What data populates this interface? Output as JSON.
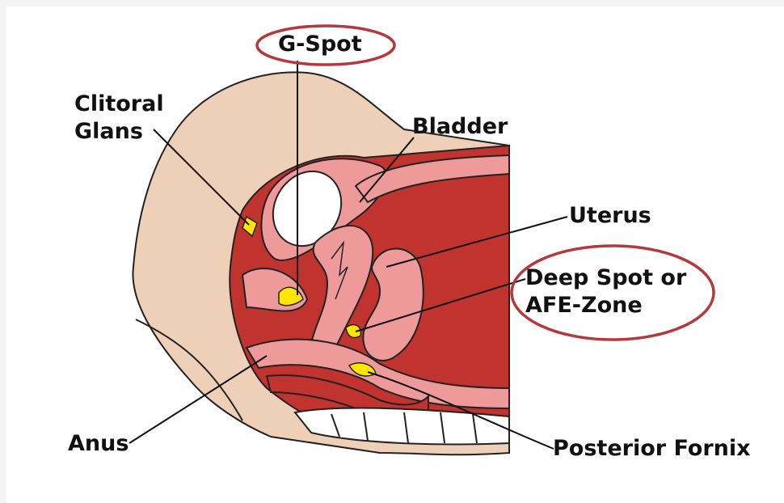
{
  "labels": {
    "g_spot": "G-Spot",
    "clitoral_glans_line1": "Clitoral",
    "clitoral_glans_line2": "Glans",
    "bladder": "Bladder",
    "uterus": "Uterus",
    "deep_spot_line1": "Deep Spot or",
    "deep_spot_line2": "AFE-Zone",
    "anus": "Anus",
    "posterior_fornix": "Posterior Fornix"
  },
  "colors": {
    "background": "#f3f3f3",
    "panel": "#ffffff",
    "skin": "#eecfb8",
    "tissue_dark": "#c0332e",
    "tissue_light": "#ef9a9a",
    "highlight_spot": "#ffe600",
    "highlight_ring": "#b5383c",
    "outline": "#222222"
  }
}
